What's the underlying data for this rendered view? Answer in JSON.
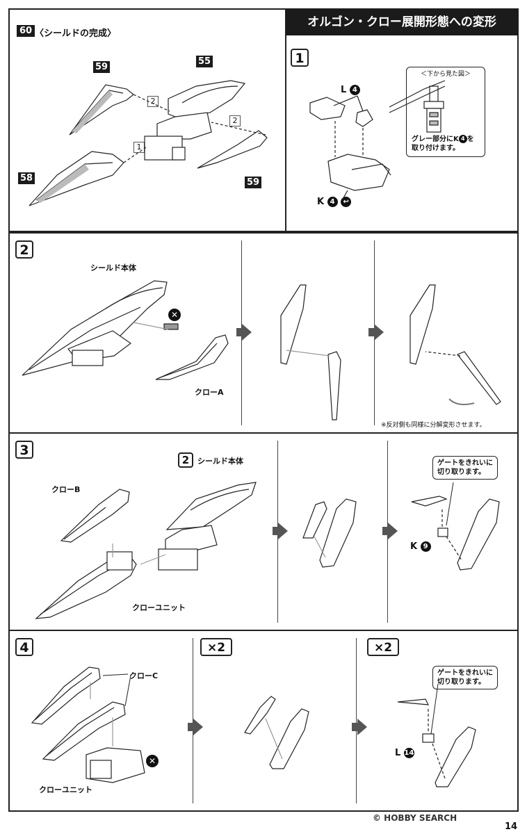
{
  "step60": {
    "number": "60",
    "title": "〈シールドの完成〉",
    "parts": [
      "59",
      "55",
      "58",
      "59"
    ],
    "step_tags": [
      "2",
      "2",
      "1"
    ]
  },
  "transform_header": "オルゴン・クロー展開形態への変形",
  "step1": {
    "number": "1",
    "part_l": "L",
    "part_l_num": "4",
    "part_k": "K",
    "part_k_num": "4",
    "view_label": "＜下から見た図＞",
    "callout_line1": "グレー部分にK",
    "callout_num": "4",
    "callout_after": "を",
    "callout_line2": "取り付けます。"
  },
  "step2": {
    "number": "2",
    "shield_label": "シールド本体",
    "claw_a_label": "クローA",
    "note": "※反対側も同様に分解変形させます。"
  },
  "step3": {
    "number": "3",
    "ref_num": "2",
    "shield_label": "シールド本体",
    "claw_b_label": "クローB",
    "claw_unit_label": "クローユニット",
    "callout_line1": "ゲートをきれいに",
    "callout_line2": "切り取ります。",
    "part_k": "K",
    "part_k_num": "9"
  },
  "step4": {
    "number": "4",
    "claw_c_label": "クローC",
    "claw_unit_label": "クローユニット",
    "times_a": "×2",
    "times_b": "×2",
    "callout_line1": "ゲートをきれいに",
    "callout_line2": "切り取ります。",
    "part_l": "L",
    "part_l_num": "14"
  },
  "footer": {
    "watermark": "© HOBBY SEARCH",
    "page_number": "14"
  }
}
